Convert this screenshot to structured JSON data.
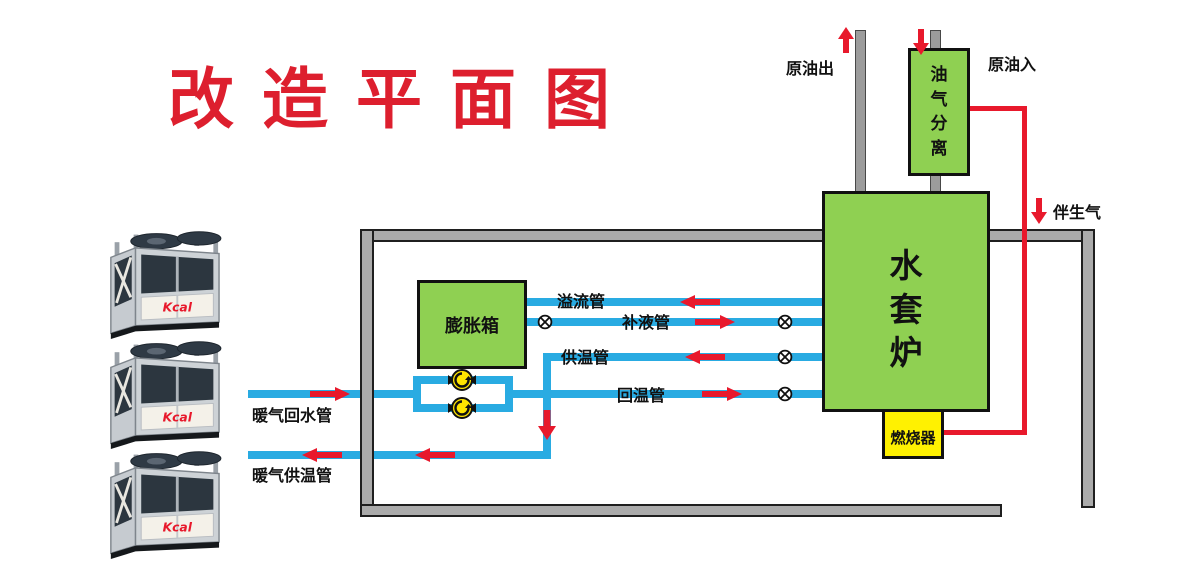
{
  "title": "改造平面图",
  "colors": {
    "title_red": "#dd1f2e",
    "pipe_blue": "#29abe2",
    "flow_red": "#e8192c",
    "equipment_green": "#8fd052",
    "burner_yellow": "#fff101",
    "wall_gray": "#ababab",
    "brand_red": "#e8192c"
  },
  "units": {
    "brand": "Kcal",
    "count": 3
  },
  "boxes": {
    "separator": "油气分离",
    "furnace": "水套炉",
    "tank": "膨胀箱",
    "burner": "燃烧器"
  },
  "pipes": {
    "overflow": "溢流管",
    "replenish": "补液管",
    "supply": "供温管",
    "return": "回温管",
    "heating_return": "暖气回水管",
    "heating_supply": "暖气供温管"
  },
  "streams": {
    "crude_out": "原油出",
    "crude_in": "原油入",
    "assoc_gas": "伴生气"
  }
}
